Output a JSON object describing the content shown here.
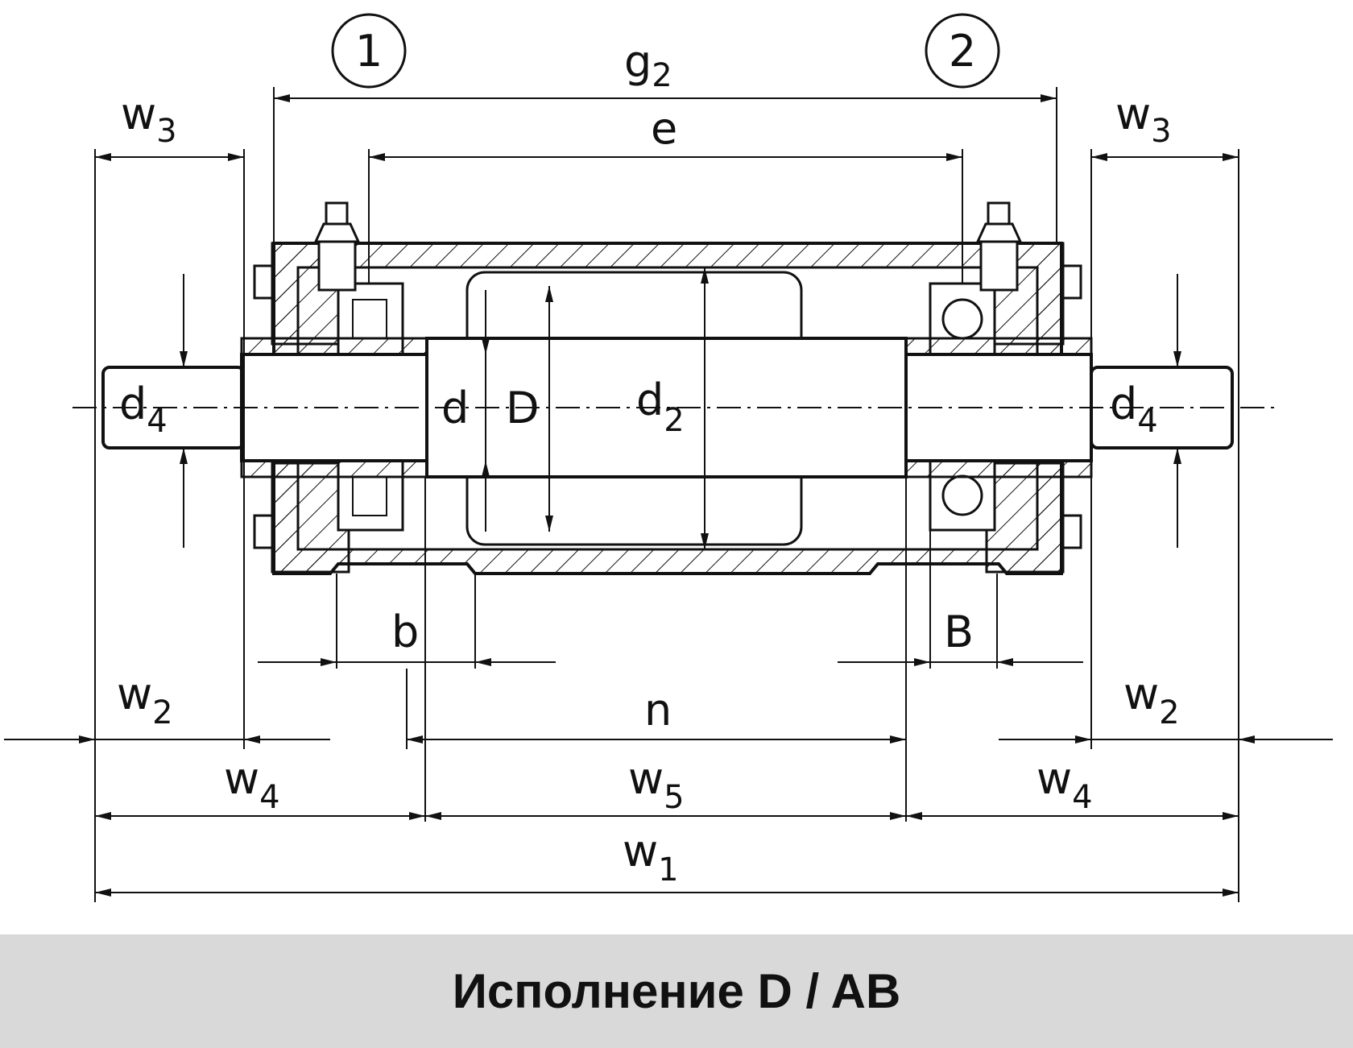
{
  "callouts": {
    "left": "1",
    "right": "2"
  },
  "dimensions": {
    "g": "g",
    "g_sub": "2",
    "e": "e",
    "w3": "w",
    "w3_sub": "3",
    "w2": "w",
    "w2_sub": "2",
    "w4": "w",
    "w4_sub": "4",
    "w5": "w",
    "w5_sub": "5",
    "w1": "w",
    "w1_sub": "1",
    "d4": "d",
    "d4_sub": "4",
    "d": "d",
    "D": "D",
    "d2": "d",
    "d2_sub": "2",
    "b": "b",
    "B": "B",
    "n": "n"
  },
  "caption": "Исполнение D / AB",
  "colors": {
    "line": "#111111",
    "caption_bg": "#d9d9d9"
  }
}
